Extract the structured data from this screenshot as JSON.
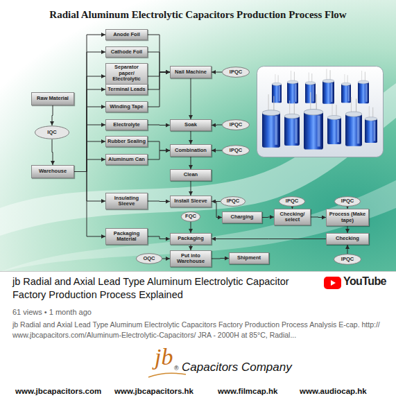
{
  "diagram": {
    "title": "Radial Aluminum Electrolytic Capacitors Production Process Flow",
    "nodes": [
      {
        "text": [
          "Anode Foil"
        ]
      },
      {
        "text": [
          "Cathode Foil"
        ]
      },
      {
        "text": [
          "Separator paper/ Electrolytic paper"
        ]
      },
      {
        "text": [
          "Raw Material"
        ]
      },
      {
        "text": [
          "Nail Machine"
        ]
      },
      {
        "text": [
          "IPQC"
        ]
      },
      {
        "text": [
          "Terminal Leads"
        ]
      },
      {
        "text": [
          "Winding Tape"
        ]
      },
      {
        "text": [
          "IQC"
        ]
      },
      {
        "text": [
          "Electrolyte"
        ]
      },
      {
        "text": [
          "Soak"
        ]
      },
      {
        "text": [
          "IPQC"
        ]
      },
      {
        "text": [
          "Warehouse"
        ]
      },
      {
        "text": [
          "Rubber Sealing"
        ]
      },
      {
        "text": [
          "Combination"
        ]
      },
      {
        "text": [
          "IPQC"
        ]
      },
      {
        "text": [
          "Aluminum Can"
        ]
      },
      {
        "text": [
          "Clean"
        ]
      },
      {
        "text": [
          "IPQC"
        ]
      },
      {
        "text": [
          "IPQC"
        ]
      },
      {
        "text": [
          "IPQC"
        ]
      },
      {
        "text": [
          "Insulating Sleeve"
        ]
      },
      {
        "text": [
          "Install Sleeve"
        ]
      },
      {
        "text": [
          "FQC"
        ]
      },
      {
        "text": [
          "Charging"
        ]
      },
      {
        "text": [
          "Checking/ select"
        ]
      },
      {
        "text": [
          "Process (Make tape)"
        ]
      },
      {
        "text": [
          "Packaging Material"
        ]
      },
      {
        "text": [
          "Packaging"
        ]
      },
      {
        "text": [
          "Checking"
        ]
      },
      {
        "text": [
          "IPQC"
        ]
      },
      {
        "text": [
          "OQC"
        ]
      },
      {
        "text": [
          "Put into Warehouse"
        ]
      },
      {
        "text": [
          "Shipment"
        ]
      }
    ],
    "edges": [
      {
        "from": 3,
        "to": 8,
        "arrow": "to"
      },
      {
        "from": 8,
        "to": 12,
        "arrow": "to"
      },
      {
        "from": 12,
        "to": 0,
        "arrow": "to"
      },
      {
        "from": 12,
        "to": 1,
        "arrow": "to"
      },
      {
        "from": 12,
        "to": 2,
        "arrow": "to"
      },
      {
        "from": 12,
        "to": 6,
        "arrow": "to"
      },
      {
        "from": 12,
        "to": 7,
        "arrow": "to"
      },
      {
        "from": 12,
        "to": 9,
        "arrow": "to"
      },
      {
        "from": 12,
        "to": 13,
        "arrow": "to"
      },
      {
        "from": 12,
        "to": 16,
        "arrow": "to"
      },
      {
        "from": 12,
        "to": 21,
        "arrow": "to"
      },
      {
        "from": 12,
        "to": 27,
        "arrow": "to"
      },
      {
        "from": 0,
        "to": 4,
        "arrow": "to"
      },
      {
        "from": 1,
        "to": 4,
        "arrow": "to"
      },
      {
        "from": 2,
        "to": 4,
        "arrow": "to"
      },
      {
        "from": 6,
        "to": 4,
        "arrow": "to"
      },
      {
        "from": 7,
        "to": 4,
        "arrow": "to"
      },
      {
        "from": 5,
        "to": 4,
        "arrow": "to"
      },
      {
        "from": 4,
        "to": 10,
        "arrow": "to"
      },
      {
        "from": 9,
        "to": 10,
        "arrow": "to"
      },
      {
        "from": 11,
        "to": 10,
        "arrow": "to"
      },
      {
        "from": 10,
        "to": 14,
        "arrow": "to"
      },
      {
        "from": 13,
        "to": 14,
        "arrow": "to"
      },
      {
        "from": 16,
        "to": 14,
        "arrow": "to"
      },
      {
        "from": 15,
        "to": 14,
        "arrow": "to"
      },
      {
        "from": 14,
        "to": 17,
        "arrow": "to"
      },
      {
        "from": 17,
        "to": 22,
        "arrow": "to"
      },
      {
        "from": 21,
        "to": 22,
        "arrow": "to"
      },
      {
        "from": 18,
        "to": 22,
        "arrow": "to"
      },
      {
        "from": 22,
        "to": 24,
        "arrow": "to"
      },
      {
        "from": 24,
        "to": 25,
        "arrow": "to"
      },
      {
        "from": 19,
        "to": 25,
        "arrow": "to"
      },
      {
        "from": 25,
        "to": 26,
        "arrow": "to"
      },
      {
        "from": 20,
        "to": 26,
        "arrow": "to"
      },
      {
        "from": 26,
        "to": 29,
        "arrow": "to"
      },
      {
        "from": 30,
        "to": 29,
        "arrow": "to"
      },
      {
        "from": 29,
        "to": 28,
        "arrow": "to"
      },
      {
        "from": 23,
        "to": 28,
        "arrow": "to"
      },
      {
        "from": 27,
        "to": 28,
        "arrow": "to"
      },
      {
        "from": 28,
        "to": 32,
        "arrow": "to"
      },
      {
        "from": 31,
        "to": 32,
        "arrow": "to"
      },
      {
        "from": 32,
        "to": 33,
        "arrow": "to"
      }
    ],
    "labels": [
      "jb Radial and Axial Lead Type Aluminum Electrolytic Capacitor Factory Production Process Explained",
      "YouTube",
      "61 views • 1 month ago",
      "jb Radial and Axial Lead Type Aluminum Electrolytic Capacitors Factory Production Process Analysis E-cap. http://www.jbcapacitors.com/Aluminum-Electrolytic-Capacitors/ JRA - 2000H at 85°C, Radial...",
      "jb",
      "®",
      "Capacitors Company",
      "www.jbcapacitors.com",
      "www.jbcapacitors.hk",
      "www.filmcap.hk",
      "www.audiocap.hk"
    ]
  }
}
